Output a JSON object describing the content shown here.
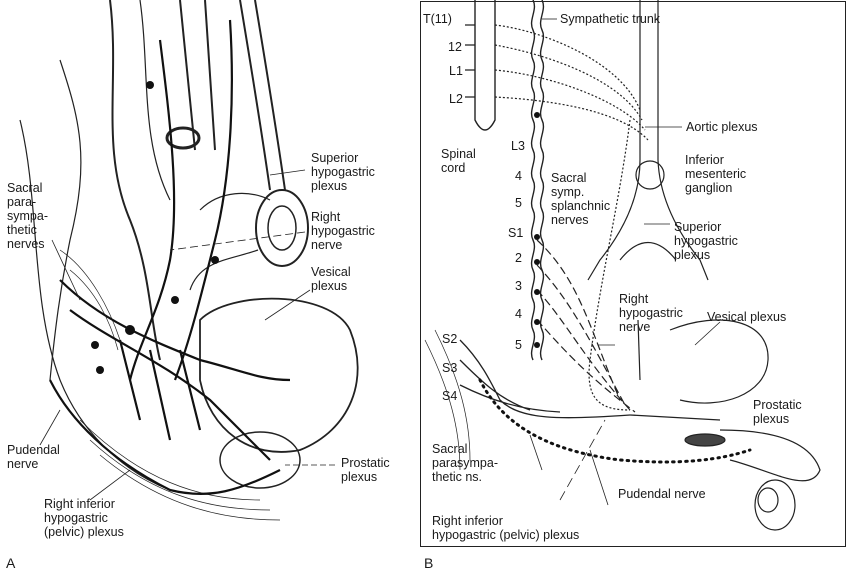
{
  "panel_a": {
    "letter": "A",
    "labels": {
      "superior_hypogastric": "Superior\nhypogastric\nplexus",
      "sacral_parasympathetic": "Sacral\npara-\nsympa-\nthetic\nnerves",
      "right_hypogastric": "Right\nhypogastric\nnerve",
      "vesical": "Vesical\nplexus",
      "pudendal": "Pudendal\nnerve",
      "prostatic": "Prostatic\nplexus",
      "right_inferior": "Right inferior\nhypogastric\n(pelvic) plexus"
    }
  },
  "panel_b": {
    "letter": "B",
    "segments": {
      "t11": "T(11)",
      "t12": "12",
      "l1": "L1",
      "l2": "L2",
      "l3": "L3",
      "l4": "4",
      "l5": "5",
      "s1": "S1",
      "s2": "2",
      "s3": "3",
      "s4": "4",
      "s5": "5",
      "s2_root": "S2",
      "s3_root": "S3",
      "s4_root": "S4"
    },
    "labels": {
      "sympathetic_trunk": "Sympathetic trunk",
      "spinal_cord": "Spinal\ncord",
      "aortic_plexus": "Aortic plexus",
      "inferior_mesenteric": "Inferior\nmesenteric\nganglion",
      "sacral_splanchnic": "Sacral\nsymp.\nsplanchnic\nnerves",
      "superior_hypogastric": "Superior\nhypogastric\nplexus",
      "right_hypogastric": "Right\nhypogastric\nnerve",
      "vesical": "Vesical plexus",
      "prostatic": "Prostatic\nplexus",
      "sacral_parasympathetic": "Sacral\nparasympa-\nthetic ns.",
      "pudendal": "Pudendal nerve",
      "right_inferior": "Right inferior\nhypogastric (pelvic) plexus"
    }
  }
}
